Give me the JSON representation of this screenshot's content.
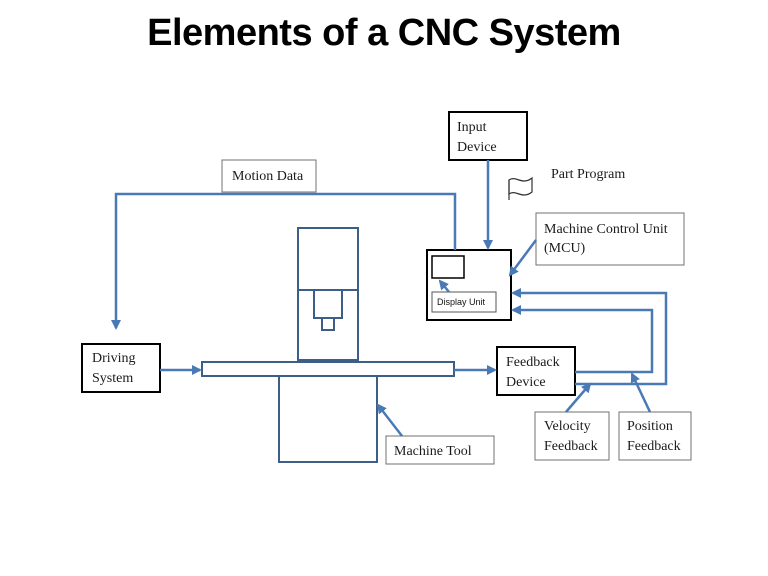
{
  "title": "Elements of a CNC System",
  "labels": {
    "input_device": [
      "Input",
      "Device"
    ],
    "motion_data": "Motion Data",
    "part_program": "Part Program",
    "mcu": [
      "Machine Control Unit",
      "(MCU)"
    ],
    "display_unit": "Display Unit",
    "driving_system": [
      "Driving",
      "System"
    ],
    "feedback_device": [
      "Feedback",
      "Device"
    ],
    "velocity_feedback": [
      "Velocity",
      "Feedback"
    ],
    "position_feedback": [
      "Position",
      "Feedback"
    ],
    "machine_tool": "Machine Tool"
  },
  "colors": {
    "arrow": "#4a7ab5",
    "machine_outline": "#3d5e86",
    "box_border": "#707070",
    "text": "#1a1a1a"
  },
  "icons": {
    "part_program": "flag-document-icon"
  }
}
